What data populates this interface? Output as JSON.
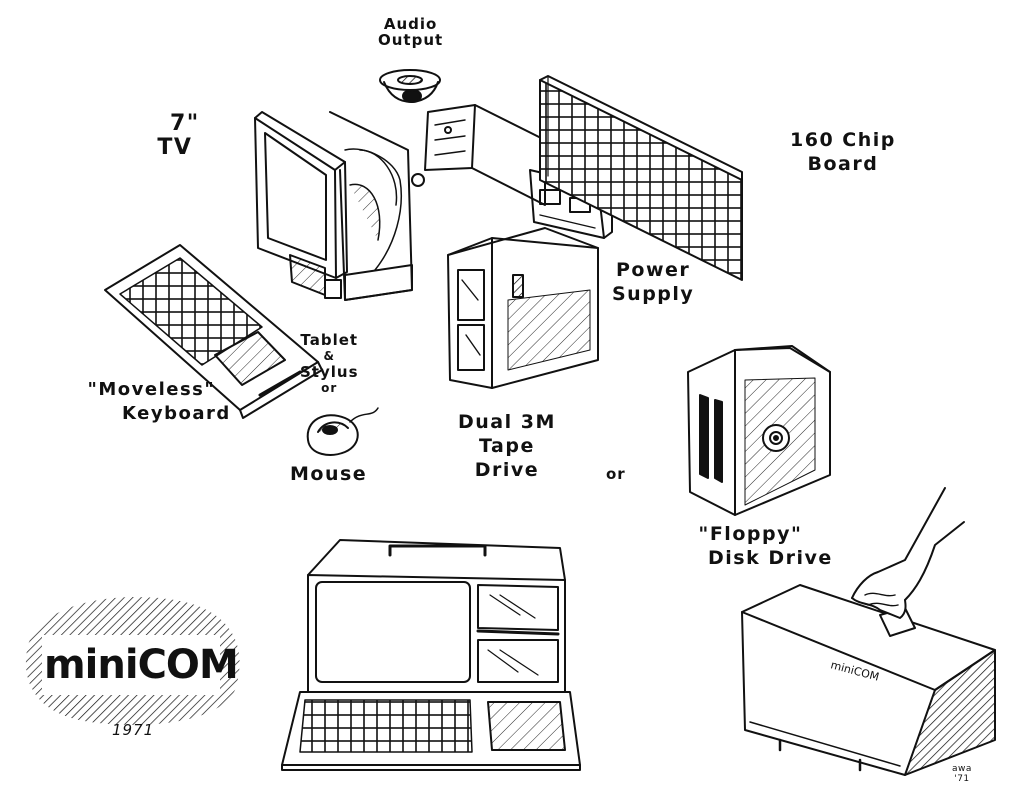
{
  "labels": {
    "audio_output": [
      "Audio",
      "Output"
    ],
    "tv": [
      "7\"",
      "TV"
    ],
    "chip_board": [
      "160 Chip",
      "Board"
    ],
    "power_supply": [
      "Power",
      "Supply"
    ],
    "tablet_stylus": [
      "Tablet",
      "&",
      "Stylus",
      "or"
    ],
    "moveless_keyboard": [
      "\"Moveless\"",
      "Keyboard"
    ],
    "mouse": "Mouse",
    "tape_drive": [
      "Dual 3M",
      "Tape",
      "Drive"
    ],
    "or": "or",
    "floppy": [
      "\"Floppy\"",
      "Disk Drive"
    ],
    "logo": "miniCOM",
    "year": "1971",
    "signature": [
      "awa",
      "'71"
    ]
  },
  "colors": {
    "ink": "#111111",
    "paper": "#ffffff"
  }
}
